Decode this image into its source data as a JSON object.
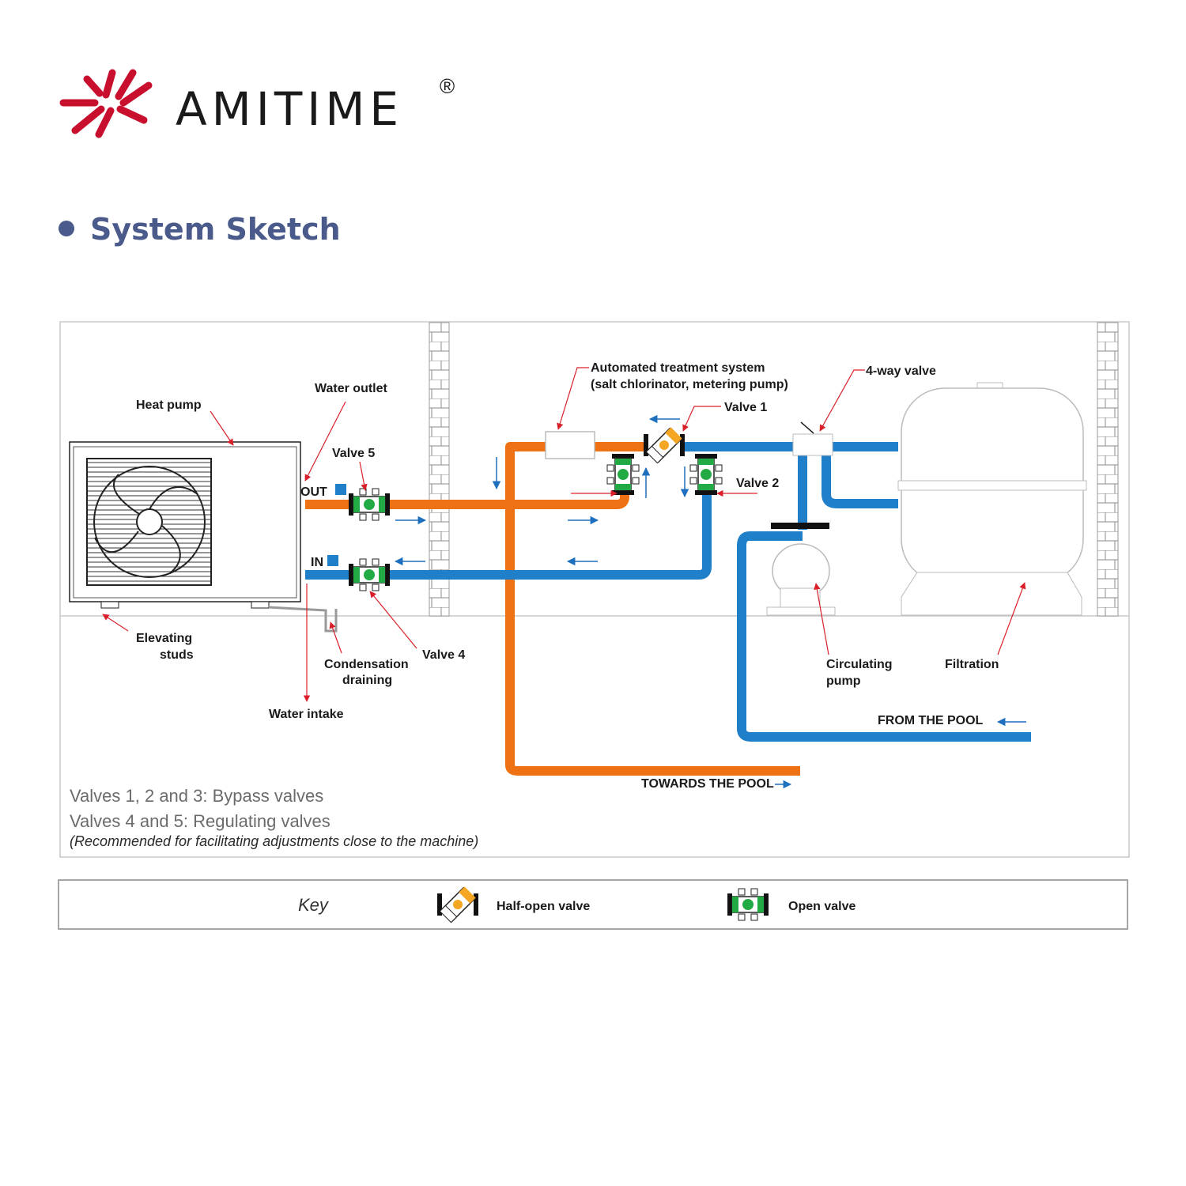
{
  "brand": {
    "name": "AMITIME",
    "registered_mark": "®",
    "logo_color": "#c8102e"
  },
  "section": {
    "bullet_color": "#4a5a8a",
    "title": "System Sketch"
  },
  "colors": {
    "hot_pipe": "#ee7213",
    "cold_pipe": "#1f7fc8",
    "pointer": "#d9202a",
    "flow_arrow": "#1f6fbf",
    "valve_open": "#22aa44",
    "valve_half": "#f5a623"
  },
  "labels": {
    "heat_pump": "Heat pump",
    "water_outlet": "Water outlet",
    "valve5": "Valve 5",
    "out_tag": "OUT",
    "in_tag": "IN",
    "elevating": [
      "Elevating",
      "studs"
    ],
    "condensation": [
      "Condensation",
      "draining"
    ],
    "valve4": "Valve 4",
    "water_intake": "Water intake",
    "treatment": [
      "Automated treatment system",
      "(salt chlorinator, metering pump)"
    ],
    "valve1": "Valve 1",
    "valve2": "Valve 2",
    "four_way": "4-way valve",
    "circulating": [
      "Circulating",
      "pump"
    ],
    "filtration": "Filtration",
    "from_pool": "FROM THE POOL",
    "towards_pool": "TOWARDS THE POOL"
  },
  "notes": {
    "line1": "Valves 1, 2 and 3: Bypass valves",
    "line2": "Valves 4 and 5: Regulating valves",
    "line3": "(Recommended for facilitating adjustments close to the machine)"
  },
  "key": {
    "title": "Key",
    "half_open": "Half-open valve",
    "open": "Open valve"
  }
}
